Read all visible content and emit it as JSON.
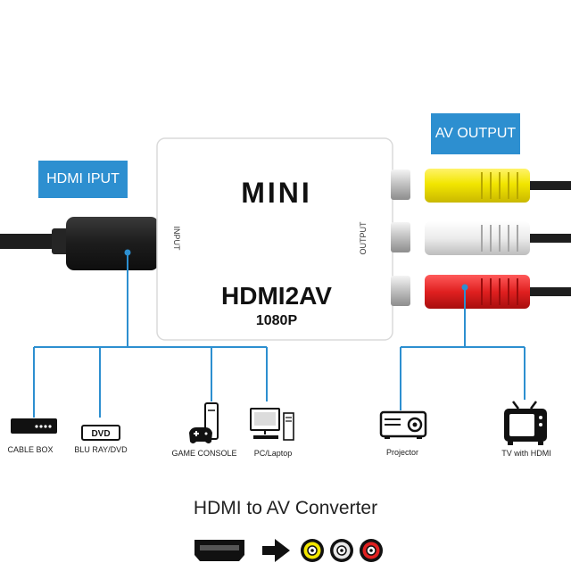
{
  "labels": {
    "hdmi_input": "HDMI IPUT",
    "av_output": "AV OUTPUT"
  },
  "converter": {
    "brand": "MINI",
    "model": "HDMI2AV",
    "resolution": "1080P",
    "input_port": "INPUT",
    "output_port": "OUTPUT"
  },
  "input_devices": [
    {
      "label": "CABLE BOX",
      "icon": "cable-box-icon"
    },
    {
      "label": "BLU RAY/DVD",
      "icon": "dvd-player-icon",
      "icon_text": "DVD"
    },
    {
      "label": "GAME CONSOLE",
      "icon": "game-console-icon"
    },
    {
      "label": "PC/Laptop",
      "icon": "desktop-pc-icon"
    }
  ],
  "output_devices": [
    {
      "label": "Projector",
      "icon": "projector-icon"
    },
    {
      "label": "TV with HDMI",
      "icon": "tv-icon"
    }
  ],
  "caption": "HDMI to AV Converter",
  "colors": {
    "accent": "#2d8fd0",
    "rca_yellow": "#f2e600",
    "rca_white": "#e8e8e8",
    "rca_red": "#e02020",
    "cable": "#1e1e1e"
  }
}
